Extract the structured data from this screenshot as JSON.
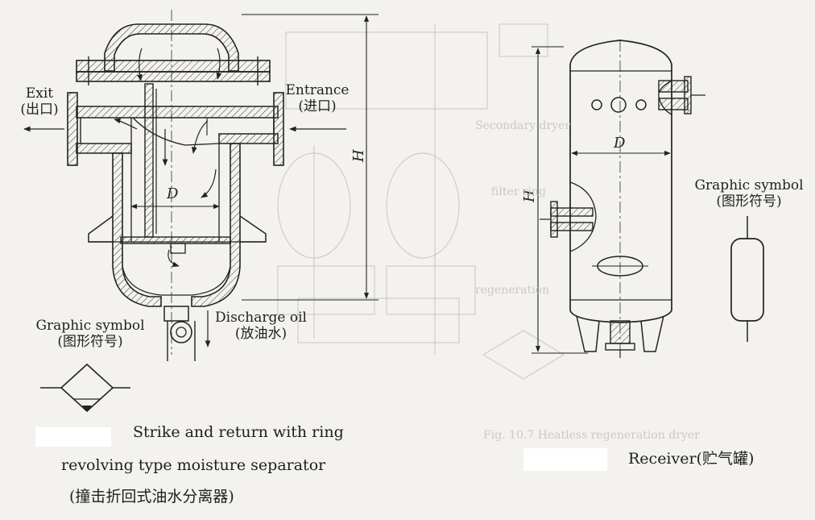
{
  "separator": {
    "exit_en": "Exit",
    "exit_cn": "(出口)",
    "entrance_en": "Entrance",
    "entrance_cn": "(进口)",
    "discharge_en": "Discharge oil",
    "discharge_cn": "(放油水)",
    "graphic_symbol_en": "Graphic symbol",
    "graphic_symbol_cn": "(图形符号)",
    "dim_d": "D",
    "dim_h": "H",
    "caption_line1": "Strike and return with ring",
    "caption_line2": "revolving type moisture separator",
    "caption_line3": "(撞击折回式油水分离器)"
  },
  "receiver": {
    "graphic_symbol_en": "Graphic symbol",
    "graphic_symbol_cn": "(图形符号)",
    "dim_d": "D",
    "dim_h": "H",
    "caption": "Receiver(贮气罐)"
  },
  "colors": {
    "background": "#f3f2ee",
    "ink": "#222222",
    "ghost": "#cfcdc6"
  }
}
